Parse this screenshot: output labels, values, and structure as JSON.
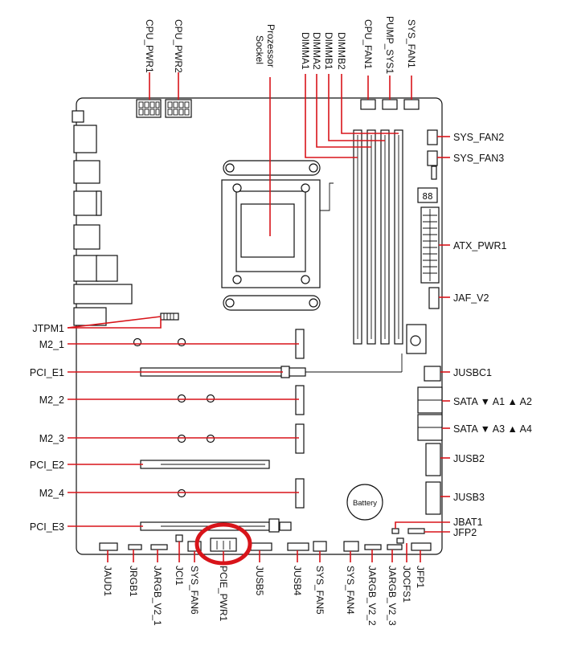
{
  "labels": {
    "cpu_pwr1": "CPU_PWR1",
    "cpu_pwr2": "CPU_PWR2",
    "prozessor": "Prozessor",
    "sockel": "Sockel",
    "dimma1": "DIMMA1",
    "dimma2": "DIMMA2",
    "dimmb1": "DIMMB1",
    "dimmb2": "DIMMB2",
    "cpu_fan1": "CPU_FAN1",
    "pump_sys1": "PUMP_SYS1",
    "sys_fan1": "SYS_FAN1",
    "sys_fan2": "SYS_FAN2",
    "sys_fan3": "SYS_FAN3",
    "atx_pwr1": "ATX_PWR1",
    "jaf_v2": "JAF_V2",
    "jusbc1": "JUSBC1",
    "sata_a1a2": "SATA ▼ A1 ▲ A2",
    "sata_a3a4": "SATA ▼ A3 ▲ A4",
    "jusb2": "JUSB2",
    "jusb3": "JUSB3",
    "jbat1": "JBAT1",
    "jfp2": "JFP2",
    "jtpm1": "JTPM1",
    "m2_1": "M2_1",
    "pci_e1": "PCI_E1",
    "m2_2": "M2_2",
    "m2_3": "M2_3",
    "pci_e2": "PCI_E2",
    "m2_4": "M2_4",
    "pci_e3": "PCI_E3",
    "jaud1": "JAUD1",
    "jrgb1": "JRGB1",
    "jargb_v2_1": "JARGB_V2_1",
    "jci1": "JCI1",
    "sys_fan6": "SYS_FAN6",
    "pcie_pwr1": "PCIE_PWR1",
    "jusb5": "JUSB5",
    "jusb4": "JUSB4",
    "sys_fan5": "SYS_FAN5",
    "sys_fan4": "SYS_FAN4",
    "jargb_v2_2": "JARGB_V2_2",
    "jargb_v2_3": "JARGB_V2_3",
    "jocfs1": "JOCFS1",
    "jfp1": "JFP1",
    "battery": "Battery",
    "debug_led": "88"
  },
  "colors": {
    "callout_line": "#d8141a",
    "highlight_ring": "#d8141a",
    "outline": "#111111"
  }
}
